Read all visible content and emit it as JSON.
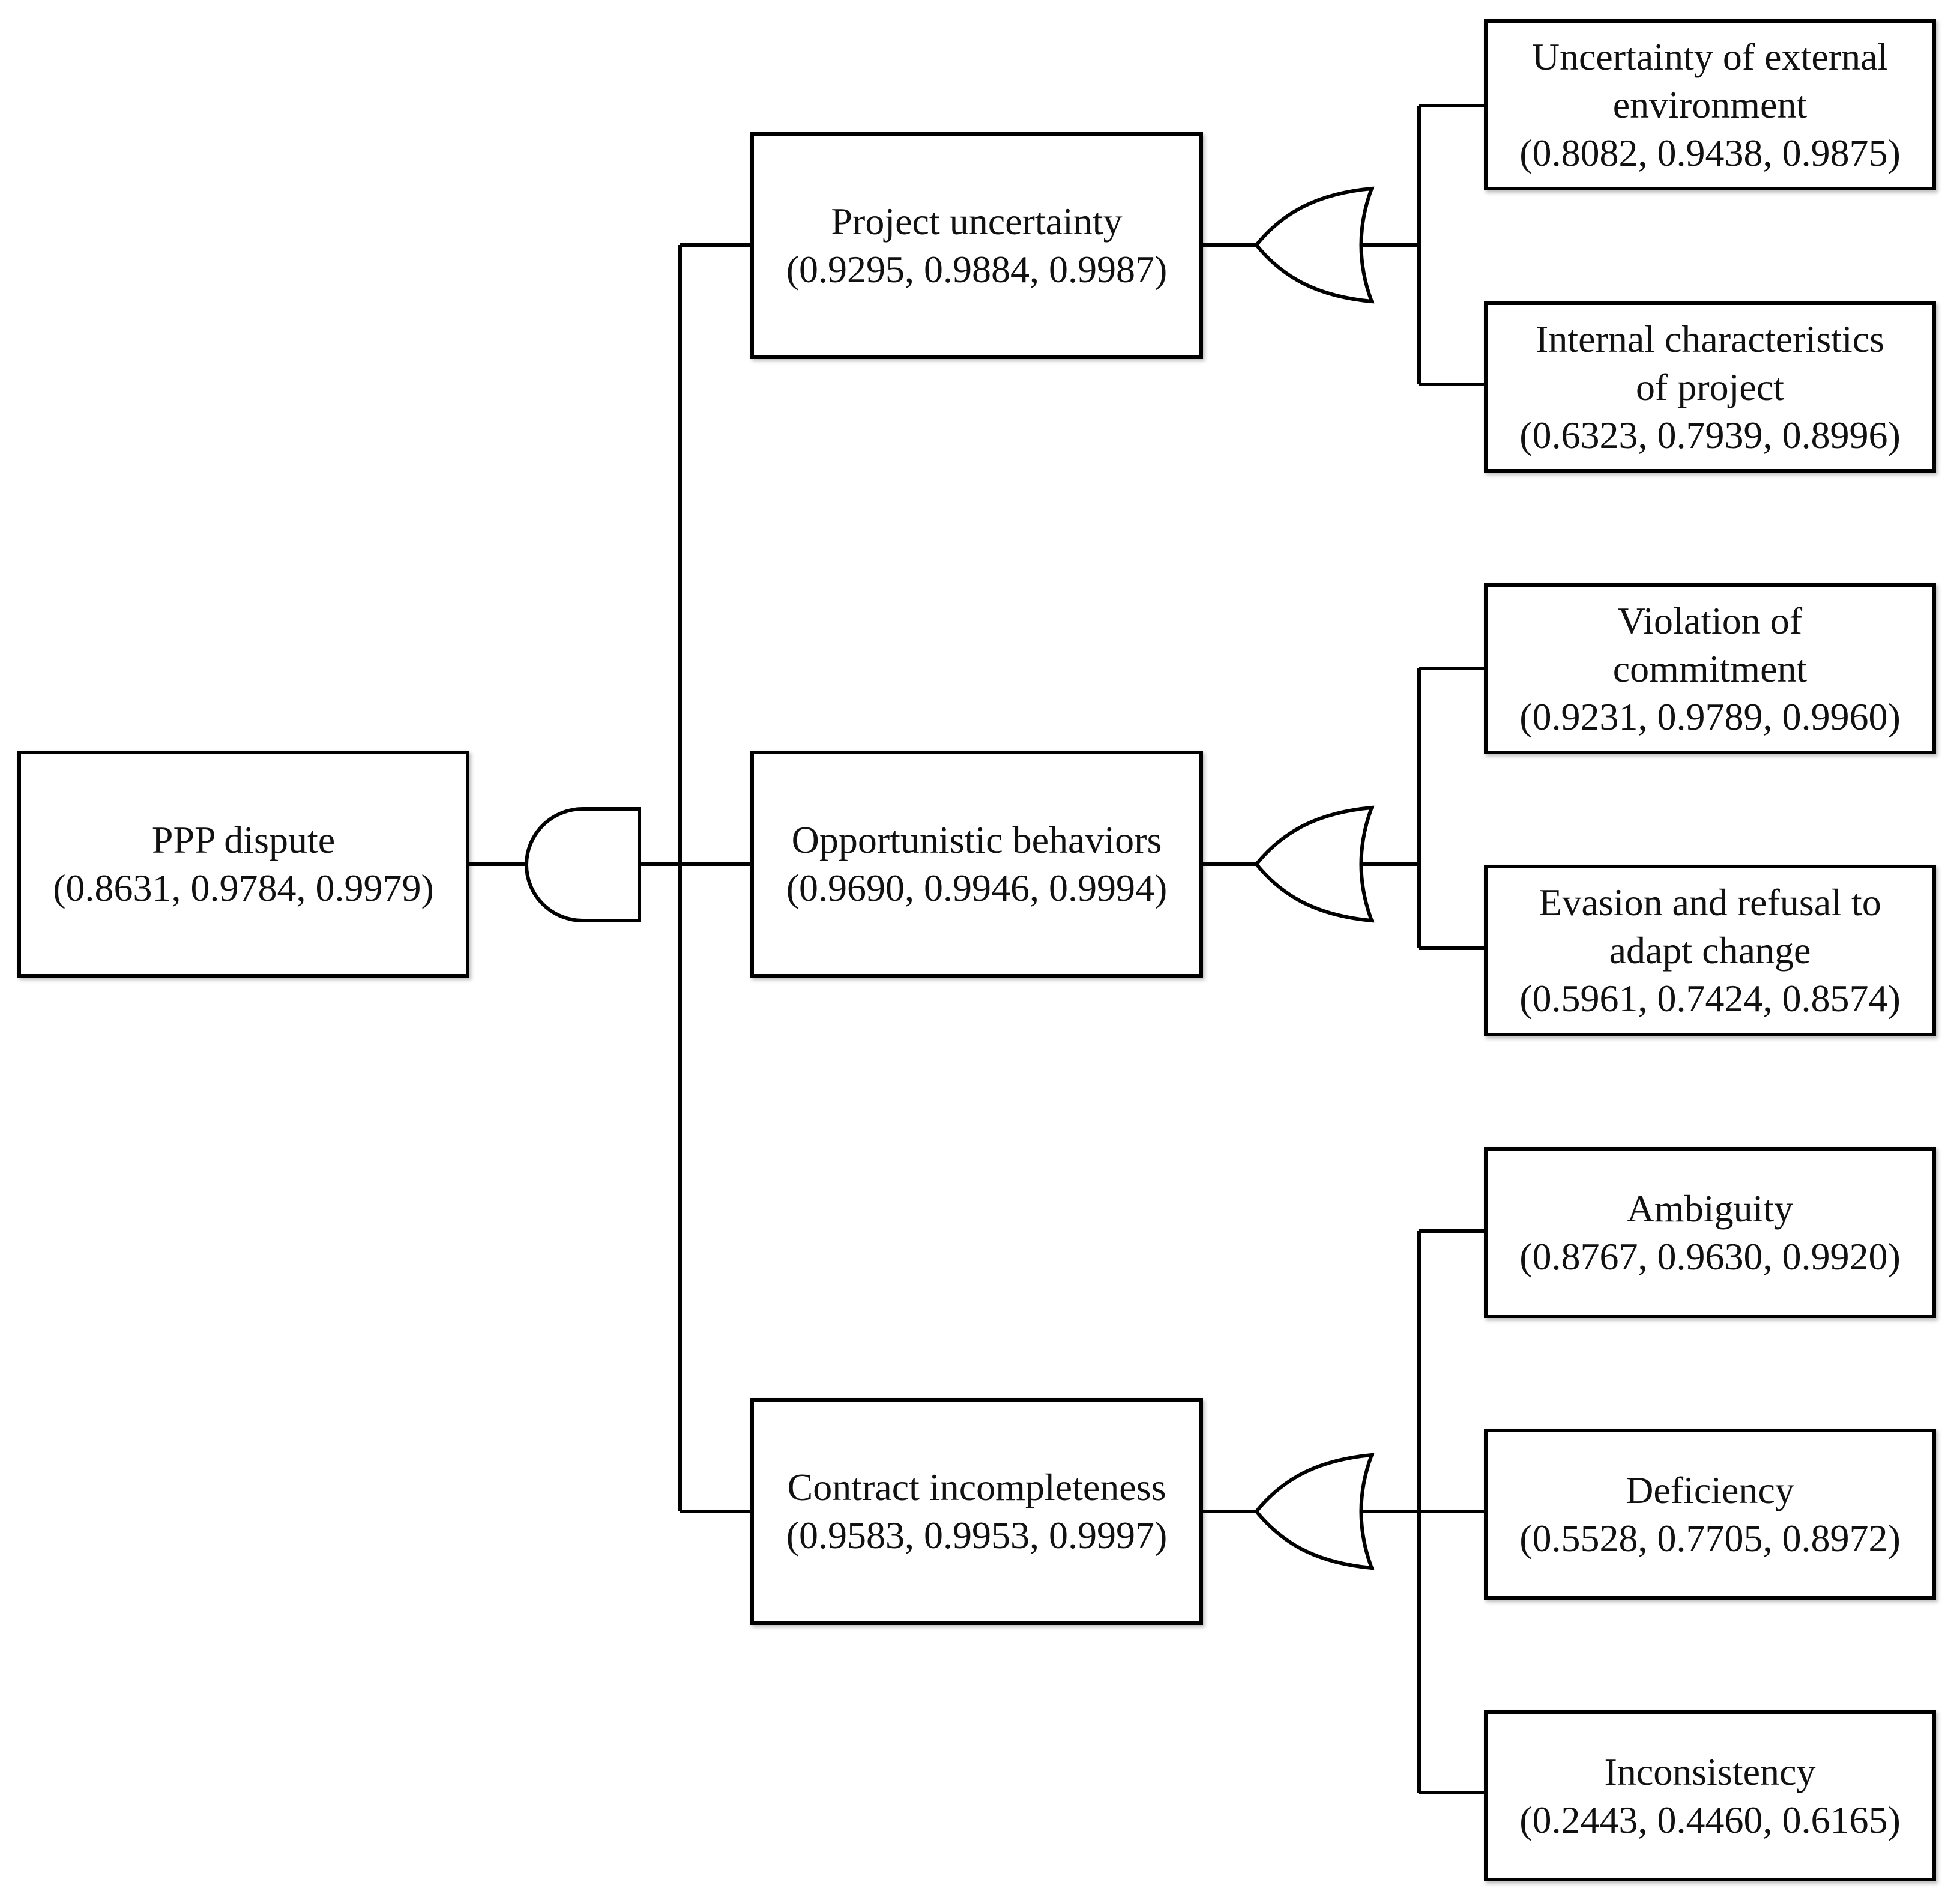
{
  "nodes": {
    "root": {
      "label": [
        "PPP dispute"
      ],
      "values": "(0.8631, 0.9784, 0.9979)"
    },
    "project_uncertainty": {
      "label": [
        "Project uncertainty"
      ],
      "values": "(0.9295, 0.9884, 0.9987)"
    },
    "opportunistic_behaviors": {
      "label": [
        "Opportunistic behaviors"
      ],
      "values": "(0.9690, 0.9946, 0.9994)"
    },
    "contract_incompleteness": {
      "label": [
        "Contract incompleteness"
      ],
      "values": "(0.9583, 0.9953, 0.9997)"
    },
    "external_environment": {
      "label": [
        "Uncertainty of external",
        "environment"
      ],
      "values": "(0.8082, 0.9438, 0.9875)"
    },
    "internal_characteristics": {
      "label": [
        "Internal characteristics",
        "of project"
      ],
      "values": "(0.6323, 0.7939, 0.8996)"
    },
    "violation_commitment": {
      "label": [
        "Violation of",
        "commitment"
      ],
      "values": "(0.9231, 0.9789, 0.9960)"
    },
    "evasion_refusal": {
      "label": [
        "Evasion and refusal to",
        "adapt change"
      ],
      "values": "(0.5961, 0.7424, 0.8574)"
    },
    "ambiguity": {
      "label": [
        "Ambiguity"
      ],
      "values": "(0.8767, 0.9630, 0.9920)"
    },
    "deficiency": {
      "label": [
        "Deficiency"
      ],
      "values": "(0.5528, 0.7705, 0.8972)"
    },
    "inconsistency": {
      "label": [
        "Inconsistency"
      ],
      "values": "(0.2443, 0.4460, 0.6165)"
    }
  },
  "gates": {
    "root_gate": "and",
    "project_uncertainty_gate": "or",
    "opportunistic_behaviors_gate": "or",
    "contract_incompleteness_gate": "or"
  }
}
